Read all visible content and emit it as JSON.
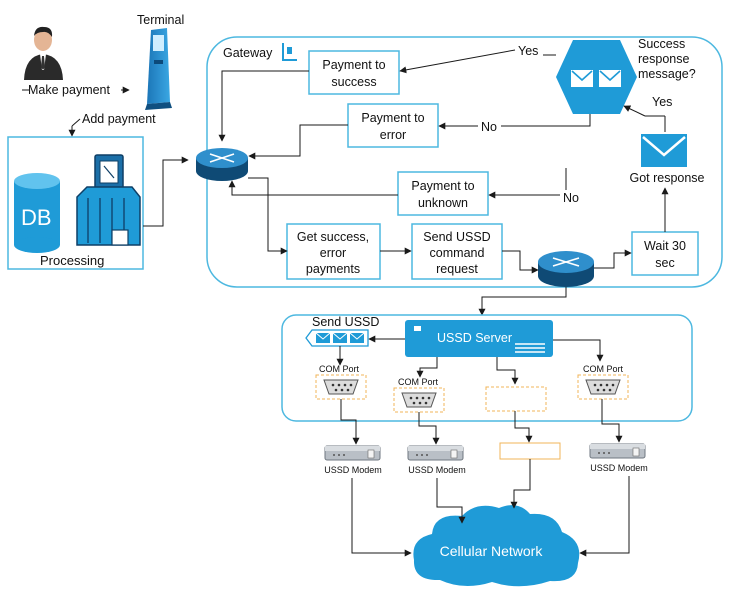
{
  "left": {
    "make_payment": "Make payment",
    "terminal": "Terminal",
    "add_payment": "Add payment",
    "db": "DB",
    "processing": "Processing"
  },
  "gateway": {
    "title": "Gateway",
    "payment_to_success": [
      "Payment to",
      "success"
    ],
    "payment_to_error": [
      "Payment to",
      "error"
    ],
    "payment_to_unknown": [
      "Payment to",
      "unknown"
    ],
    "get_success_error": [
      "Get success,",
      "error",
      "payments"
    ],
    "send_ussd_command": [
      "Send USSD",
      "command",
      "request"
    ],
    "wait": [
      "Wait 30",
      "sec"
    ],
    "got_response": "Got response",
    "success_question": [
      "Success",
      "response",
      "message?"
    ],
    "yes": "Yes",
    "no": "No"
  },
  "ussd": {
    "send_ussd": "Send USSD",
    "server": "USSD Server",
    "com_port": "COM Port",
    "modem": "USSD Modem"
  },
  "network": {
    "cellular": "Cellular Network"
  },
  "colors": {
    "accent": "#1f9bd7",
    "frame": "#4db8e0",
    "ghost": "#f0b45a",
    "dark": "#1b2f45"
  }
}
